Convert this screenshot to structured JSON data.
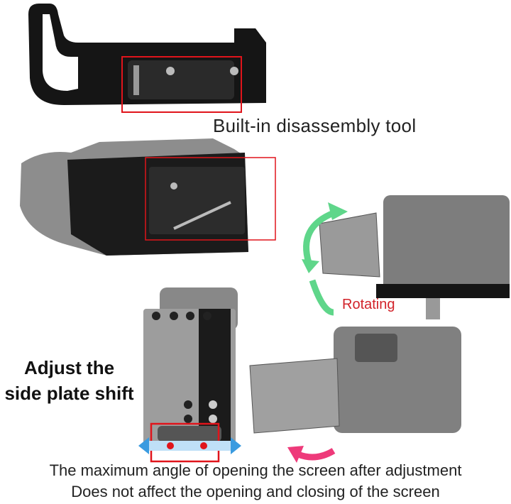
{
  "captions": {
    "tool": "Built-in disassembly tool",
    "rotating": "Rotating",
    "shift_line1": "Adjust the",
    "shift_line2": "side plate shift",
    "bottom_line1": "The maximum angle of opening the screen after adjustment",
    "bottom_line2": "Does not affect the opening and closing of the screen"
  },
  "colors": {
    "highlight_box": "#e0141b",
    "rotate_arrow": "#5fd68a",
    "open_arrow": "#ee3a7a",
    "shift_arrows": "#3a9be0",
    "bracket": "#151515",
    "camera": "#8a8a8a"
  }
}
